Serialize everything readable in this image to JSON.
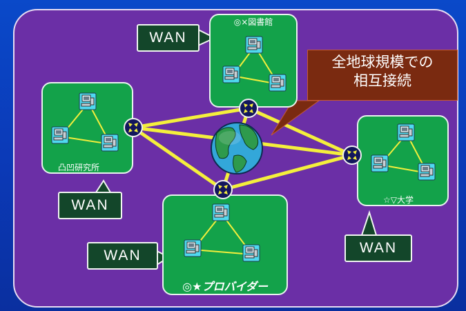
{
  "lans": [
    {
      "id": "library",
      "label": "◎×図書館"
    },
    {
      "id": "lab",
      "label": "凸凹研究所"
    },
    {
      "id": "university",
      "label": "☆▽大学"
    },
    {
      "id": "provider",
      "label": "◎★プロバイダー"
    }
  ],
  "wan_label": "WAN",
  "callout": {
    "line1": "全地球規模での",
    "line2": "相互接続"
  },
  "colors": {
    "background": "#0b3ab8",
    "frame": "#6b2fa6",
    "lan": "#13a24a",
    "link": "#f4ef3c",
    "router": "#12165c",
    "callout": "#7a2a10",
    "wan_box": "#13462a"
  },
  "icons": [
    "computer-icon",
    "router-icon",
    "globe-icon"
  ]
}
